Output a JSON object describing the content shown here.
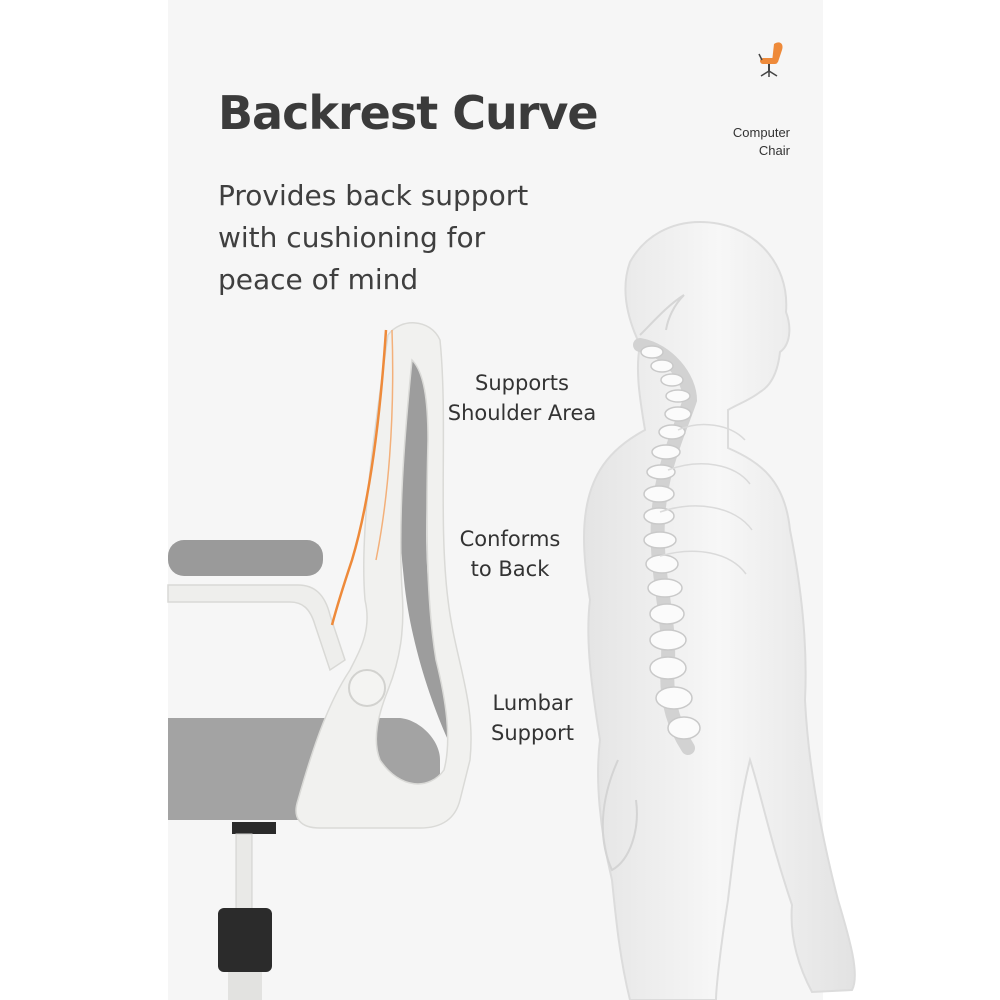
{
  "heading": "Backrest Curve",
  "subheading": "Provides back support with cushioning for peace of mind",
  "brand": {
    "icon": "office-chair-icon",
    "label_line1": "Computer",
    "label_line2": "Chair",
    "accent_color": "#ee8a3a"
  },
  "callouts": [
    {
      "line1": "Supports",
      "line2": "Shoulder Area"
    },
    {
      "line1": "Conforms",
      "line2": "to Back"
    },
    {
      "line1": "Lumbar",
      "line2": "Support"
    }
  ],
  "colors": {
    "heading": "#3b3b3b",
    "text": "#333333",
    "mesh": "#9a9a9a",
    "frame": "#f1f1ef",
    "curve_accent": "#ee8a3a"
  }
}
